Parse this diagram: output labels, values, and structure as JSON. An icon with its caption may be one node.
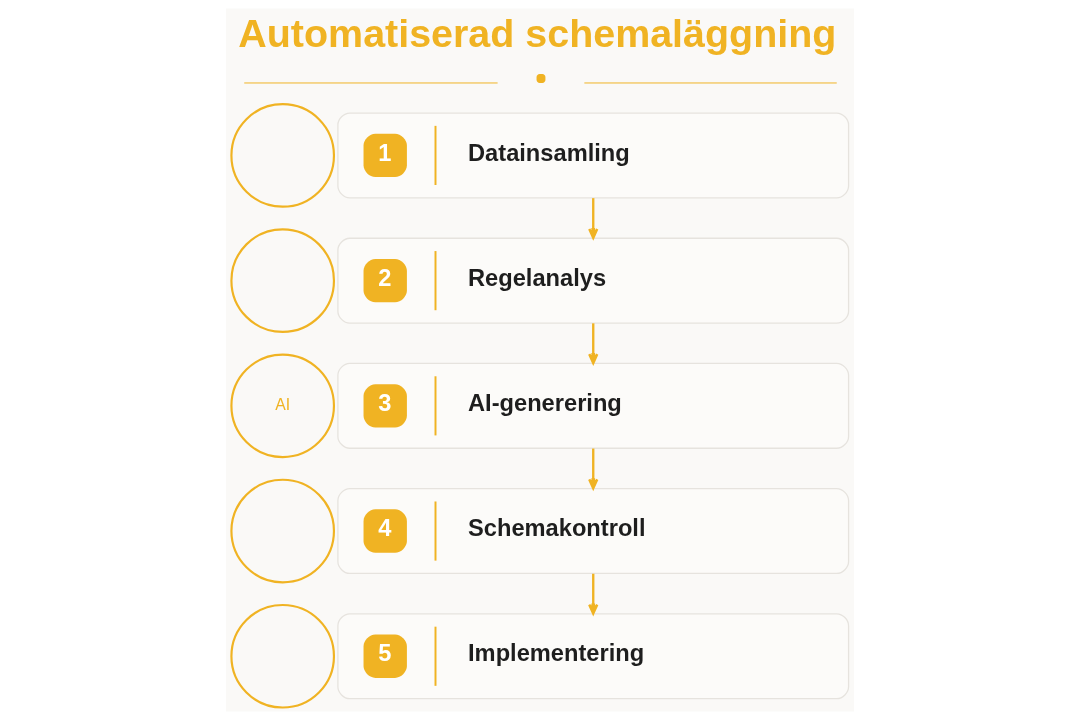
{
  "diagram": {
    "title": "Automatiserad schemaläggning",
    "nodes": [
      {
        "text": [],
        "shape": "circle"
      },
      {
        "text": [
          "1",
          "Datainsamling"
        ]
      },
      {
        "text": [],
        "shape": "circle"
      },
      {
        "text": [
          "2",
          "Regelanalys"
        ]
      },
      {
        "text": [
          "AI"
        ]
      },
      {
        "text": [
          "3",
          "AI-generering"
        ]
      },
      {
        "text": [],
        "shape": "circle"
      },
      {
        "text": [
          "4",
          "Schemakontroll"
        ]
      },
      {
        "text": [],
        "shape": "circle"
      },
      {
        "text": [
          "5",
          "Implementering"
        ]
      }
    ],
    "edges": [
      {
        "from": 1,
        "to": 3,
        "arrow": "to"
      },
      {
        "from": 3,
        "to": 5,
        "arrow": "to"
      },
      {
        "from": 5,
        "to": 7,
        "arrow": "to"
      },
      {
        "from": 7,
        "to": 9,
        "arrow": "to"
      }
    ]
  }
}
